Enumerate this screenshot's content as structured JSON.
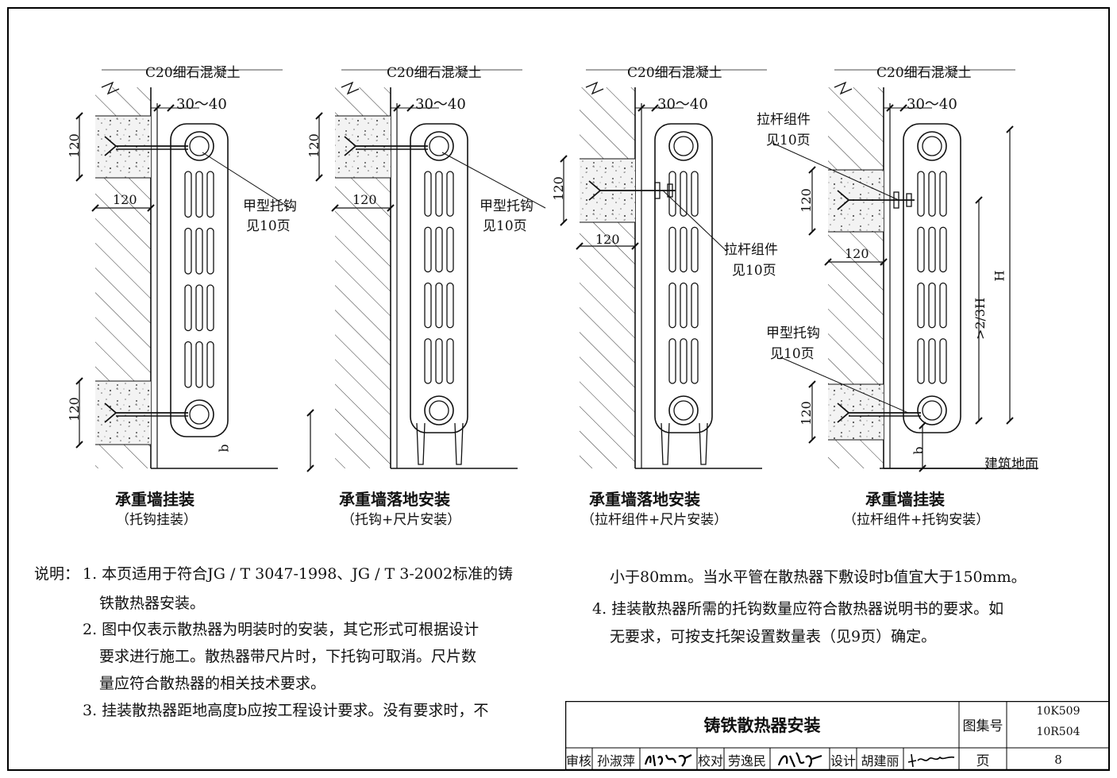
{
  "diagrams": [
    {
      "concrete_label": "C20细石混凝土",
      "gap_dim": "30～40",
      "dim_upper_height": "120",
      "dim_width": "120",
      "dim_lower_height": "120",
      "dim_b": "b",
      "callouts": [
        {
          "line1": "甲型托钩",
          "line2": "见10页"
        }
      ],
      "title": "承重墙挂装",
      "subtitle": "（托钩挂装）"
    },
    {
      "concrete_label": "C20细石混凝土",
      "gap_dim": "30～40",
      "dim_upper_height": "120",
      "dim_width": "120",
      "callouts": [
        {
          "line1": "甲型托钩",
          "line2": "见10页"
        }
      ],
      "title": "承重墙落地安装",
      "subtitle": "（托钩+尺片安装）"
    },
    {
      "concrete_label": "C20细石混凝土",
      "gap_dim": "30～40",
      "dim_upper_height": "120",
      "dim_width": "120",
      "callouts": [
        {
          "line1": "拉杆组件",
          "line2": "见10页"
        }
      ],
      "title": "承重墙落地安装",
      "subtitle": "（拉杆组件+尺片安装）"
    },
    {
      "concrete_label": "C20细石混凝土",
      "gap_dim": "30～40",
      "dim_upper_height": "120",
      "dim_width": "120",
      "dim_lower_height": "120",
      "dim_b": "b",
      "dim_H": "H",
      "dim_2_3H": ">2/3H",
      "floor_label": "建筑地面",
      "callouts": [
        {
          "line1": "拉杆组件",
          "line2": "见10页"
        },
        {
          "line1": "甲型托钩",
          "line2": "见10页"
        }
      ],
      "title": "承重墙挂装",
      "subtitle": "（拉杆组件+托钩安装）"
    }
  ],
  "notes": {
    "prefix": "说明：",
    "left_lines": [
      "1. 本页适用于符合JG / T 3047-1998、JG / T 3-2002标准的铸",
      "铁散热器安装。",
      "2. 图中仅表示散热器为明装时的安装，其它形式可根据设计",
      "要求进行施工。散热器带尺片时，下托钩可取消。尺片数",
      "量应符合散热器的相关技术要求。",
      "3. 挂装散热器距地高度b应按工程设计要求。没有要求时，不"
    ],
    "right_lines": [
      "小于80mm。当水平管在散热器下敷设时b值宜大于150mm。",
      "4. 挂装散热器所需的托钩数量应符合散热器说明书的要求。如",
      "无要求，可按支托架设置数量表（见9页）确定。"
    ]
  },
  "title_block": {
    "drawing_title": "铸铁散热器安装",
    "atlas_label": "图集号",
    "atlas_numbers": [
      "10K509",
      "10R504"
    ],
    "page_label": "页",
    "page_number": "8",
    "review_label": "审核",
    "reviewer": "孙淑萍",
    "reviewer_signature": "孙淑萍",
    "check_label": "校对",
    "checker": "劳逸民",
    "checker_signature": "劳逸民",
    "design_label": "设计",
    "designer": "胡建丽",
    "designer_signature": "胡建丽"
  }
}
